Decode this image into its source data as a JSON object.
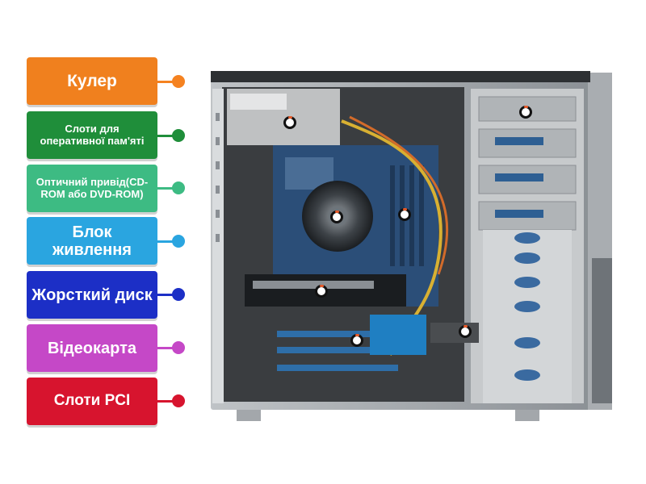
{
  "labels": [
    {
      "text": "Кулер",
      "color": "#f0801e",
      "dot": "#f58220"
    },
    {
      "text": "Слоти для оперативної пам'яті",
      "color": "#1f8e3a",
      "dot": "#1f8e3a"
    },
    {
      "text": "Оптичний привід(CD-ROM або DVD-ROM)",
      "color": "#3dbb83",
      "dot": "#3dbb83"
    },
    {
      "text": "Блок живлення",
      "color": "#2aa5e0",
      "dot": "#2aa5e0"
    },
    {
      "text": "Жорсткий диск",
      "color": "#1c2fc6",
      "dot": "#1c2fc6"
    },
    {
      "text": "Відеокарта",
      "color": "#c548c7",
      "dot": "#c548c7"
    },
    {
      "text": "Слоти PCI",
      "color": "#d7142e",
      "dot": "#d7142e"
    }
  ]
}
